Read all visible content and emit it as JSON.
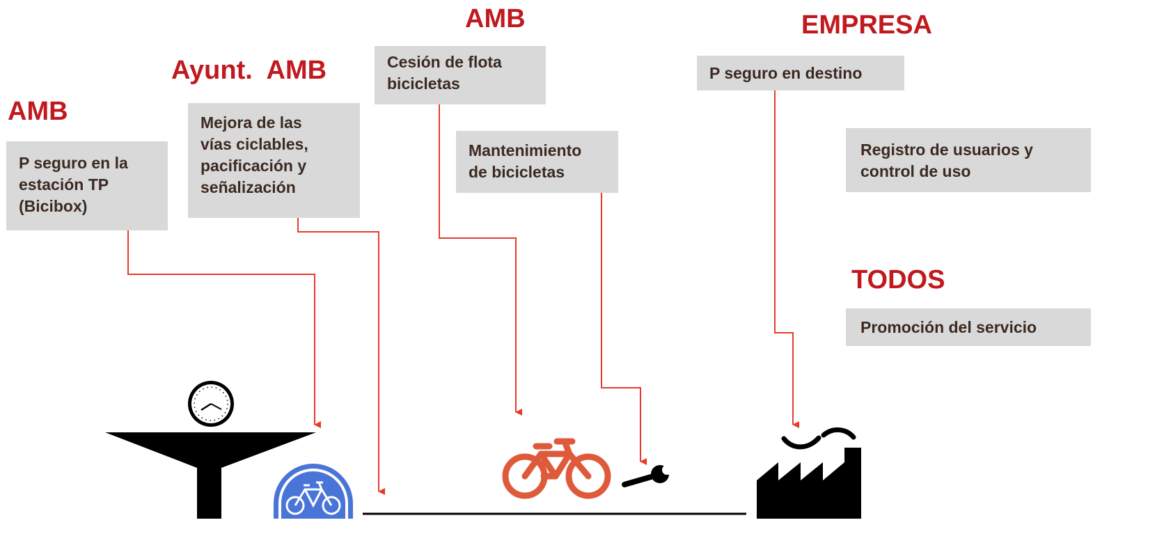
{
  "colors": {
    "heading": "#c0191e",
    "box_fill": "#d9d9d9",
    "box_text": "#3b2a21",
    "connector": "#e8392d",
    "bike_red": "#df5a3a",
    "bicibox_blue": "#4a75d8",
    "icon_black": "#000000"
  },
  "headings": {
    "amb_left": "AMB",
    "ayunt_amb": "Ayunt.  AMB",
    "amb_center": "AMB",
    "empresa": "EMPRESA",
    "todos": "TODOS"
  },
  "boxes": {
    "p_seguro_estacion": [
      "P seguro en la",
      "estación TP",
      "(Bicibox)"
    ],
    "mejora_vias": [
      "Mejora de las",
      "vías ciclables,",
      "pacificación y",
      "señalización"
    ],
    "cesion_flota": [
      "Cesión de flota",
      "bicicletas"
    ],
    "mantenimiento": [
      "Mantenimiento",
      "de bicicletas"
    ],
    "p_seguro_destino": [
      "P seguro en destino"
    ],
    "registro_usuarios": [
      "Registro de usuarios y",
      "control de uso"
    ],
    "promocion": [
      "Promoción del servicio"
    ]
  },
  "icons": {
    "station": "transit-station-icon",
    "clock": "clock-icon",
    "bicibox": "bicibox-parking-icon",
    "bicycle": "bicycle-icon",
    "wrench": "wrench-icon",
    "factory": "factory-icon"
  }
}
